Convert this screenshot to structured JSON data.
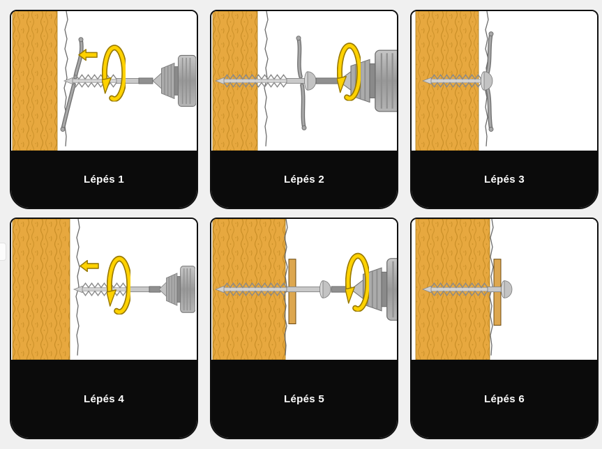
{
  "page": {
    "background": "#f0f0f0"
  },
  "colors": {
    "page-bg": "#f0f0f0",
    "card-bg": "#ffffff",
    "card-border": "#101010",
    "footer-bg": "#0b0b0b",
    "footer-text": "#ffffff",
    "board": "#e7a83f",
    "board-texture": "#b07a14",
    "arrow": "#ffd200",
    "arrow-outline": "#997a00",
    "batten": "#dda74f"
  },
  "steps": [
    {
      "label": "Lépés 1"
    },
    {
      "label": "Lépés 2"
    },
    {
      "label": "Lépés 3"
    },
    {
      "label": "Lépés 4"
    },
    {
      "label": "Lépés 5"
    },
    {
      "label": "Lépés 6"
    }
  ],
  "icons": {
    "drill-icon": "drill chuck driving the screw",
    "rotation-arrow-icon": "clockwise rotation arrow",
    "push-arrow-icon": "push-left block arrow",
    "toggle-wings": "metal spring wings of fixing",
    "screw": "threaded fixing screw",
    "batten": "wooden batten strip"
  }
}
